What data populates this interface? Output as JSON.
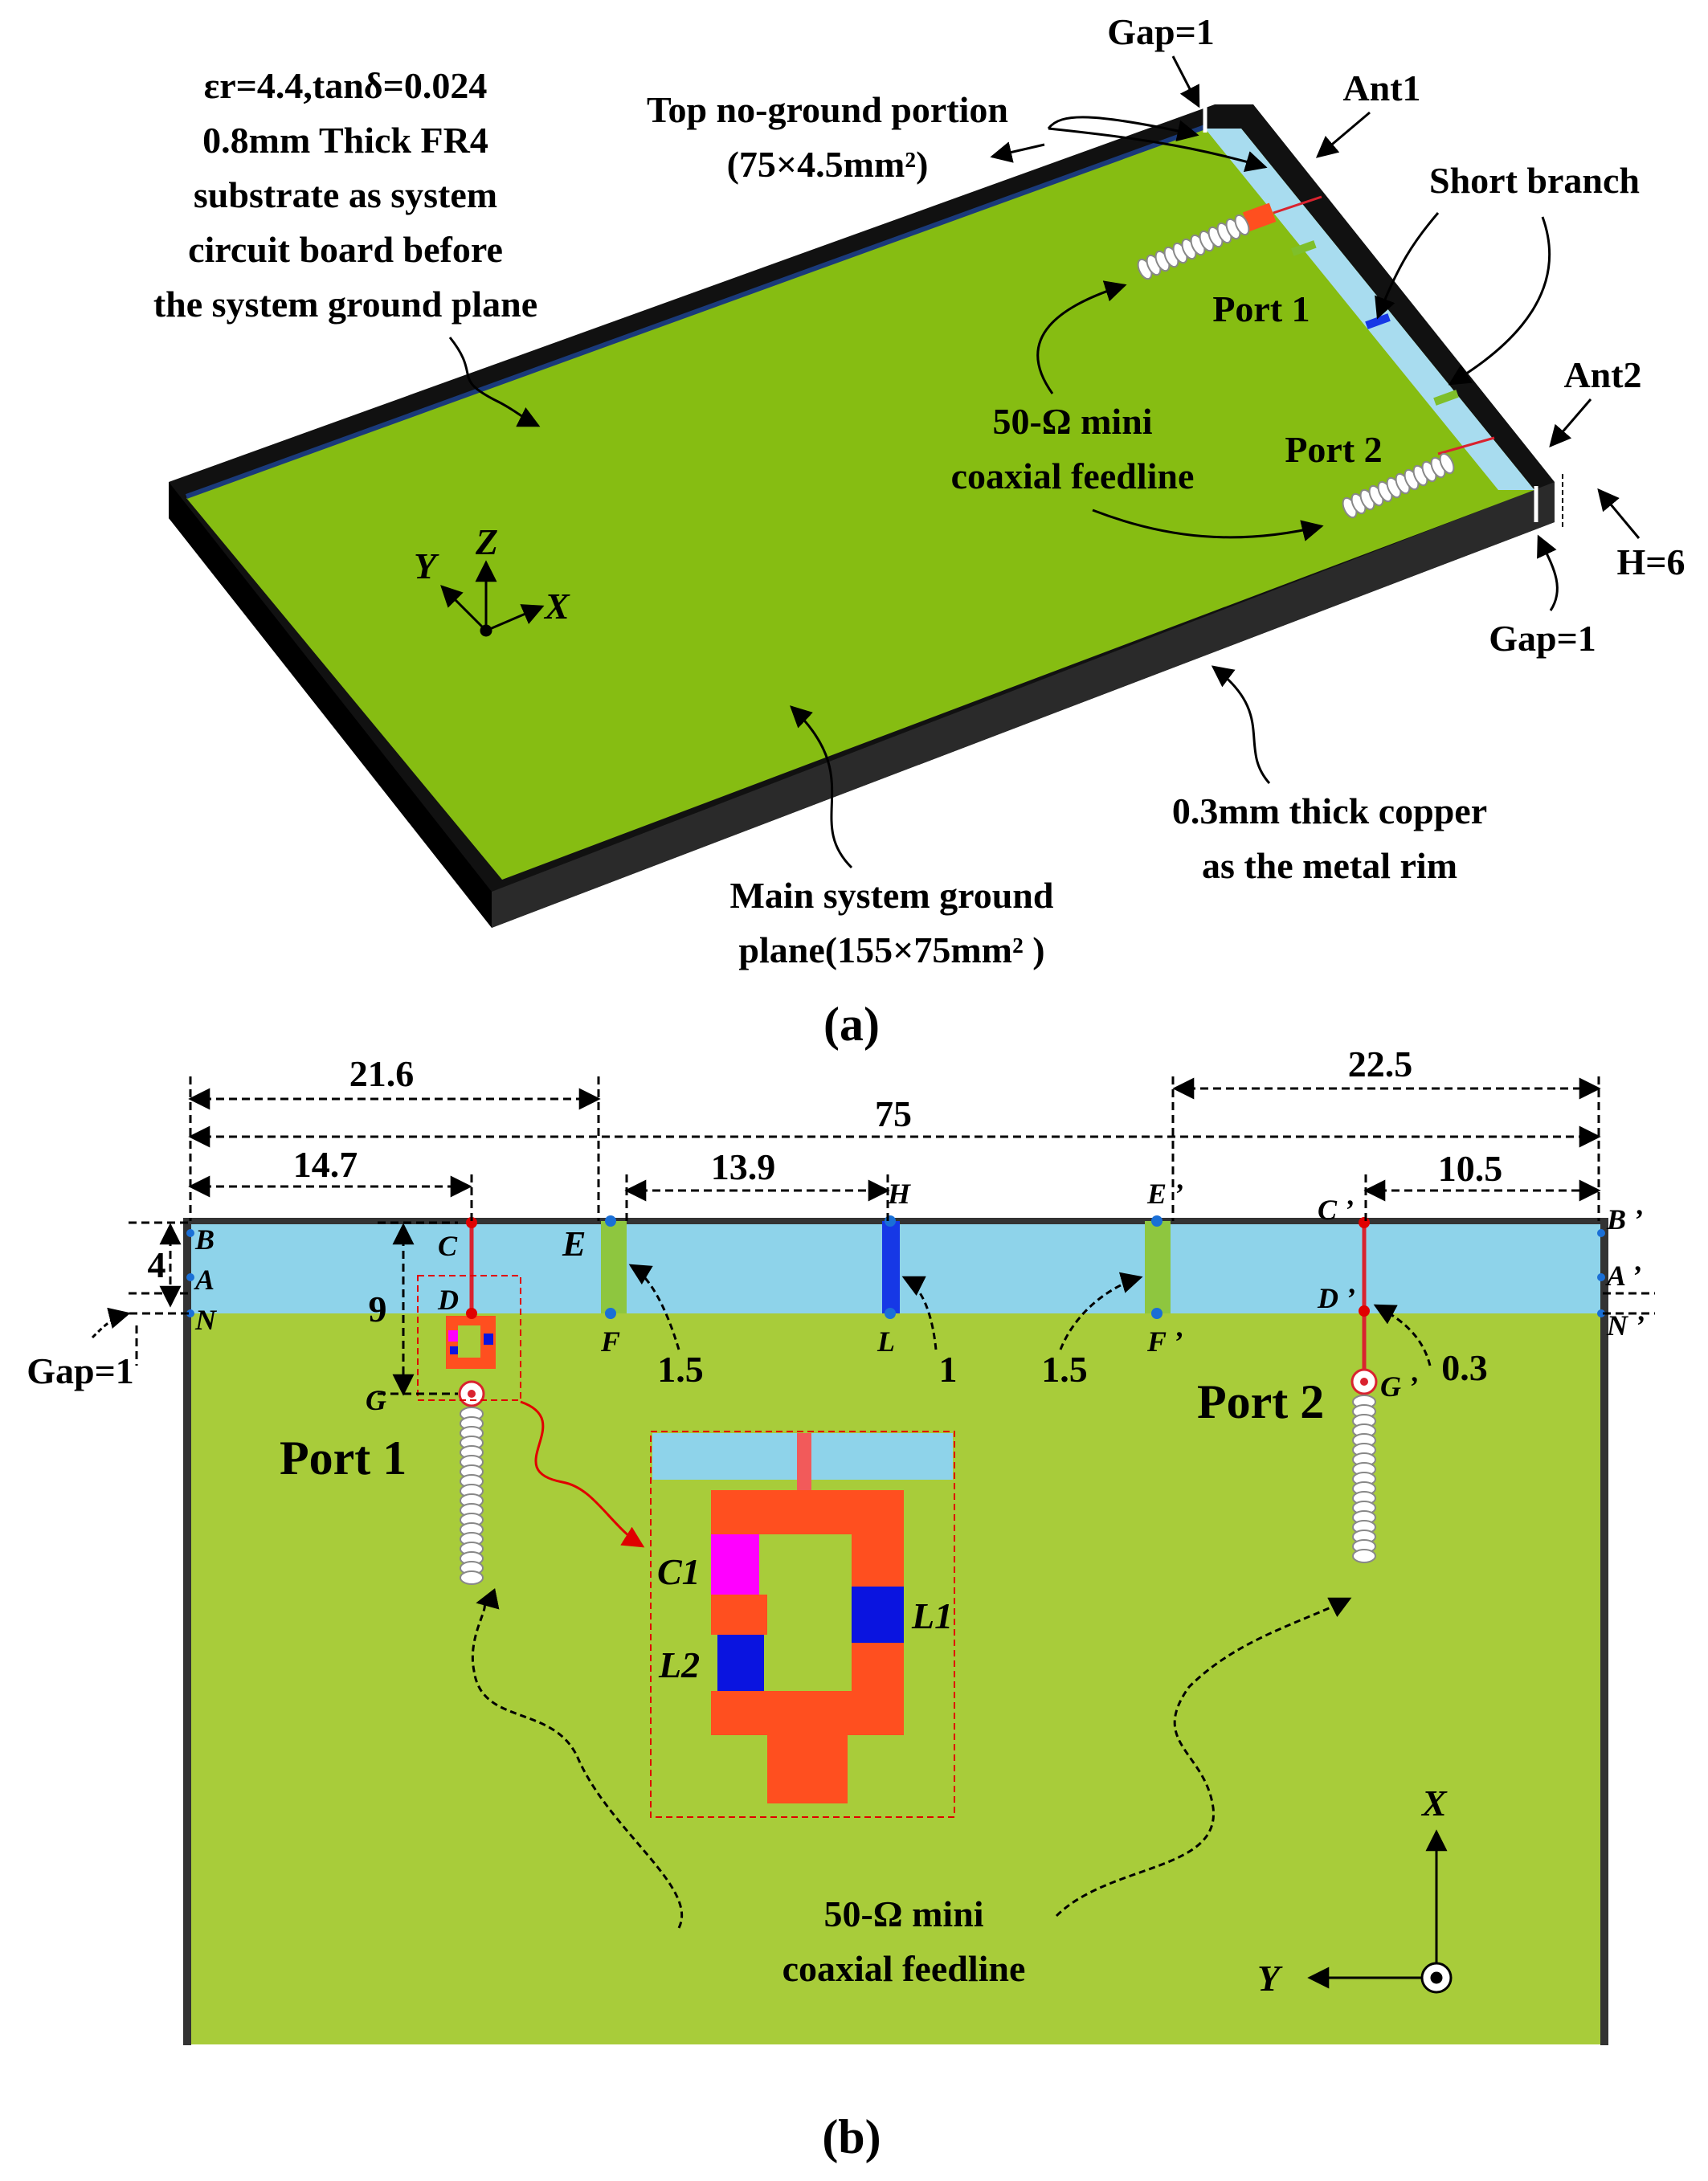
{
  "colors": {
    "ground": "#8cc21a",
    "ground_b": "#a8cc3a",
    "no_ground": "#8ed3ea",
    "rim": "#1c1c1c",
    "trace": "#d9232f",
    "component_red": "#ff4f1f",
    "component_blue": "#0a14e0",
    "component_magenta": "#ff00ff",
    "short_branch": "#1638e6"
  },
  "panel_a": {
    "substrate_lines": [
      "εr=4.4,tanδ=0.024",
      "0.8mm Thick FR4",
      "substrate as system",
      "circuit board before",
      "the system ground plane"
    ],
    "top_no_ground_line1": "Top no-ground portion",
    "top_no_ground_line2": "(75×4.5mm²)",
    "gap_top": "Gap=1",
    "ant1": "Ant1",
    "short_branch": "Short branch",
    "port1": "Port 1",
    "ant2": "Ant2",
    "port2": "Port 2",
    "coax_line1": "50-Ω  mini",
    "coax_line2": "coaxial feedline",
    "height": "H=6",
    "gap_bottom": "Gap=1",
    "axis_y": "Y",
    "axis_z": "Z",
    "axis_x": "X",
    "rim_line1": "0.3mm thick copper",
    "rim_line2": "as the metal rim",
    "ground_line1": "Main system ground",
    "ground_line2": "plane(155×75mm² )",
    "caption": "(a)"
  },
  "panel_b": {
    "dims": {
      "d21_6": "21.6",
      "d75": "75",
      "d22_5": "22.5",
      "d14_7": "14.7",
      "d13_9": "13.9",
      "d10_5": "10.5",
      "d4": "4",
      "d9": "9",
      "d1_5_left": "1.5",
      "d1": "1",
      "d1_5_right": "1.5",
      "d0_3": "0.3",
      "gap": "Gap=1"
    },
    "points": {
      "B": "B",
      "A": "A",
      "N": "N",
      "C": "C",
      "D": "D",
      "G": "G",
      "E": "E",
      "F": "F",
      "H": "H",
      "L": "L",
      "E2": "E ’",
      "F2": "F ’",
      "C2": "C ’",
      "D2": "D ’",
      "G2": "G ’",
      "B2": "B ’",
      "A2": "A ’",
      "N2": "N ’"
    },
    "port1": "Port 1",
    "port2": "Port 2",
    "components": {
      "c1": "C1",
      "l1": "L1",
      "l2": "L2"
    },
    "coax_line1": "50-Ω mini",
    "coax_line2": "coaxial feedline",
    "axis_x": "X",
    "axis_y": "Y",
    "caption": "(b)"
  }
}
